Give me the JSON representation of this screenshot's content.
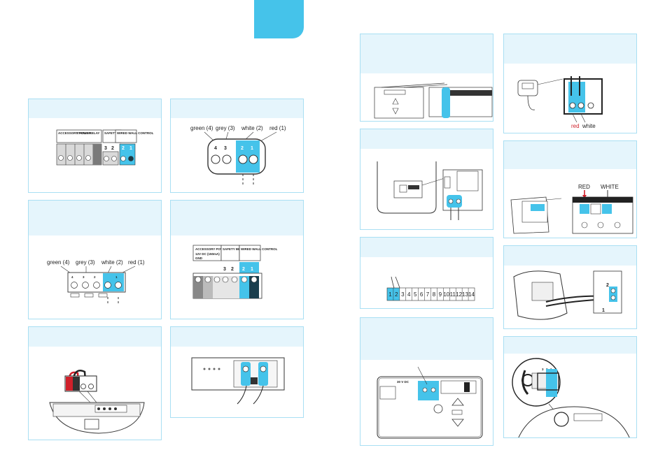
{
  "colors": {
    "accent": "#45c3ea",
    "header_bg": "#e5f5fc",
    "border": "#a9dff3",
    "wire_red": "#d0202a"
  },
  "panel_a": {
    "groups": [
      "ACCESSORY POWER",
      "STATUS RELAY",
      "SAFETY BEAMS",
      "WIRED WALL CONTROL"
    ],
    "terminals": [
      "3",
      "2",
      "2",
      "1"
    ]
  },
  "panel_b": {
    "labels": [
      "green (4)",
      "grey (3)",
      "white (2)",
      "red (1)"
    ],
    "terminals": [
      "4",
      "3",
      "2",
      "1"
    ]
  },
  "panel_c": {
    "labels": [
      "green (4)",
      "grey (3)",
      "white (2)",
      "red (1)"
    ],
    "terminals": [
      "4",
      "3",
      "2",
      "1"
    ]
  },
  "panel_d": {
    "groups": [
      "ACCESSORY POWER",
      "SAFETY BEAMS",
      "WIRED WALL CONTROL"
    ],
    "sublabels": [
      "12V DC (150mA)",
      "GND"
    ],
    "terminals": [
      "3",
      "2",
      "2",
      "1"
    ]
  },
  "panel_h": {
    "terminals": [
      "1",
      "2",
      "3",
      "4",
      "5",
      "6",
      "7",
      "8",
      "9",
      "10",
      "11",
      "12",
      "13",
      "14"
    ]
  },
  "panel_i": {
    "voltage": "30 V DC"
  },
  "panel_k": {
    "labels": [
      "red",
      "white"
    ]
  },
  "panel_l": {
    "labels": [
      "RED",
      "WHITE"
    ]
  },
  "panel_m": {
    "terminals": [
      "2",
      "1"
    ]
  },
  "panel_n": {
    "terminals": [
      "3",
      "2",
      "1"
    ]
  }
}
